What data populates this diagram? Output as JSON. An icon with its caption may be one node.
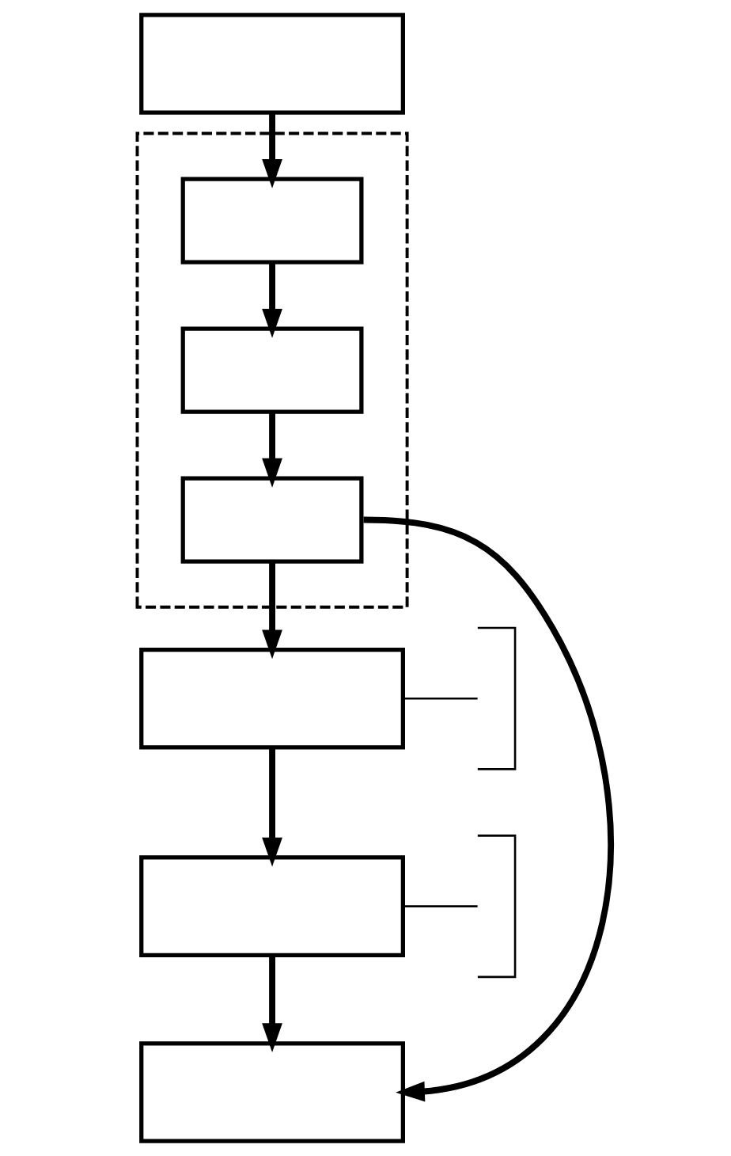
{
  "diagram": {
    "nodes": [
      {
        "text": [],
        "shape": "box"
      },
      {
        "text": [],
        "shape": "box"
      },
      {
        "text": [],
        "shape": "box",
        "in": 1
      },
      {
        "text": [],
        "shape": "box",
        "in": 1
      },
      {
        "text": [],
        "shape": "box",
        "in": 1
      },
      {
        "text": [],
        "shape": "box"
      },
      {
        "text": [],
        "shape": "box"
      },
      {
        "text": [],
        "shape": "box"
      },
      {
        "text": [],
        "shape": "bracket"
      },
      {
        "text": [],
        "shape": "bracket"
      }
    ],
    "edges": [
      {
        "from": 0,
        "to": 2,
        "arrow": "to"
      },
      {
        "from": 2,
        "to": 3,
        "arrow": "to"
      },
      {
        "from": 3,
        "to": 4,
        "arrow": "to"
      },
      {
        "from": 4,
        "to": 5,
        "arrow": "to"
      },
      {
        "from": 5,
        "to": 6,
        "arrow": "to"
      },
      {
        "from": 6,
        "to": 7,
        "arrow": "to"
      },
      {
        "from": 4,
        "to": 7,
        "arrow": "to"
      },
      {
        "from": 8,
        "to": 5,
        "arrow": "none"
      },
      {
        "from": 9,
        "to": 6,
        "arrow": "none"
      }
    ]
  }
}
